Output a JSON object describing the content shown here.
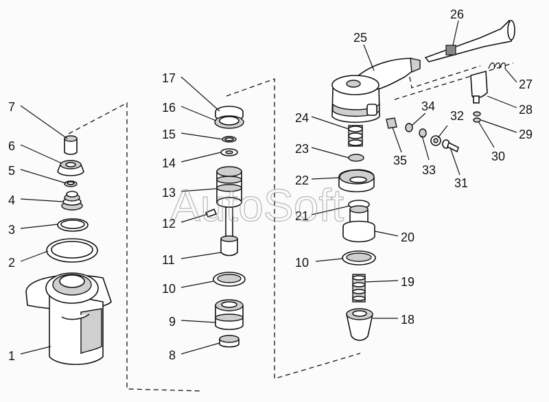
{
  "watermark": "AutoSoft",
  "labels": {
    "p1": "1",
    "p2": "2",
    "p3": "3",
    "p4": "4",
    "p5": "5",
    "p6": "6",
    "p7": "7",
    "p8": "8",
    "p9": "9",
    "p10a": "10",
    "p11": "11",
    "p12": "12",
    "p13": "13",
    "p14": "14",
    "p15": "15",
    "p16": "16",
    "p17": "17",
    "p18": "18",
    "p19": "19",
    "p10b": "10",
    "p20": "20",
    "p21": "21",
    "p22": "22",
    "p23": "23",
    "p24": "24",
    "p25": "25",
    "p26": "26",
    "p27": "27",
    "p28": "28",
    "p29": "29",
    "p30": "30",
    "p31": "31",
    "p32": "32",
    "p33": "33",
    "p34": "34",
    "p35": "35"
  }
}
